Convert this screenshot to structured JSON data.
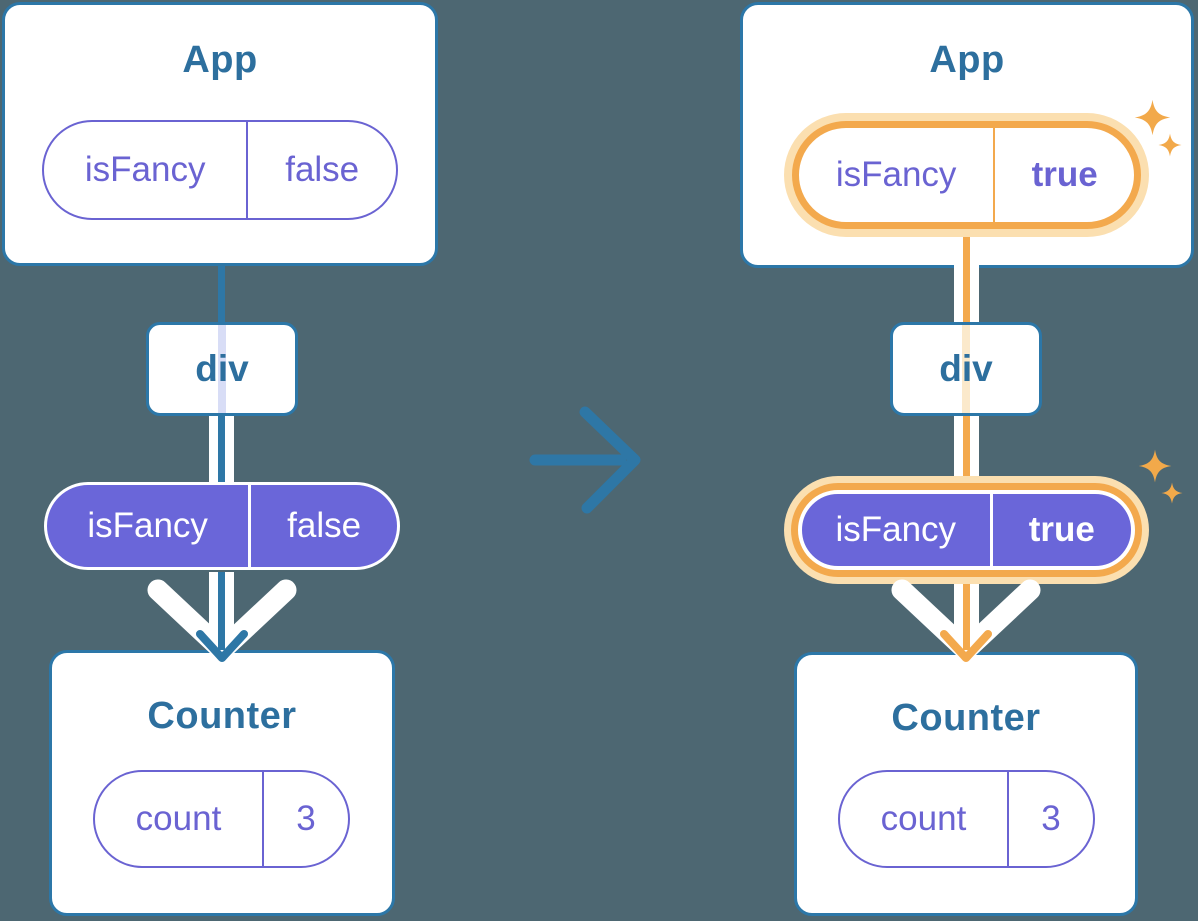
{
  "colors": {
    "background": "#4d6772",
    "card_border": "#2c77a8",
    "line_blue": "#2e77a6",
    "title_text": "#2d6f9e",
    "purple": "#6a63d2",
    "purple_fill": "#6a66d9",
    "orange": "#f3a94d",
    "orange_pale": "#fbdfb0",
    "faint_purple": "#d8ddf6",
    "faint_orange": "#fbe9cb",
    "sparkle": "#f2a94a",
    "white": "#ffffff"
  },
  "icons": {
    "transition_arrow": "right-arrow",
    "sparkle": "four-point-star",
    "prop_flow_chevron": "down-chevron",
    "flow_arrowhead": "down-arrowhead"
  },
  "before": {
    "app": {
      "title": "App",
      "prop_name": "isFancy",
      "prop_value": "false"
    },
    "div_label": "div",
    "prop": {
      "name": "isFancy",
      "value": "false"
    },
    "counter": {
      "title": "Counter",
      "state_name": "count",
      "state_value": "3"
    }
  },
  "after": {
    "app": {
      "title": "App",
      "prop_name": "isFancy",
      "prop_value": "true"
    },
    "div_label": "div",
    "prop": {
      "name": "isFancy",
      "value": "true"
    },
    "counter": {
      "title": "Counter",
      "state_name": "count",
      "state_value": "3"
    }
  }
}
